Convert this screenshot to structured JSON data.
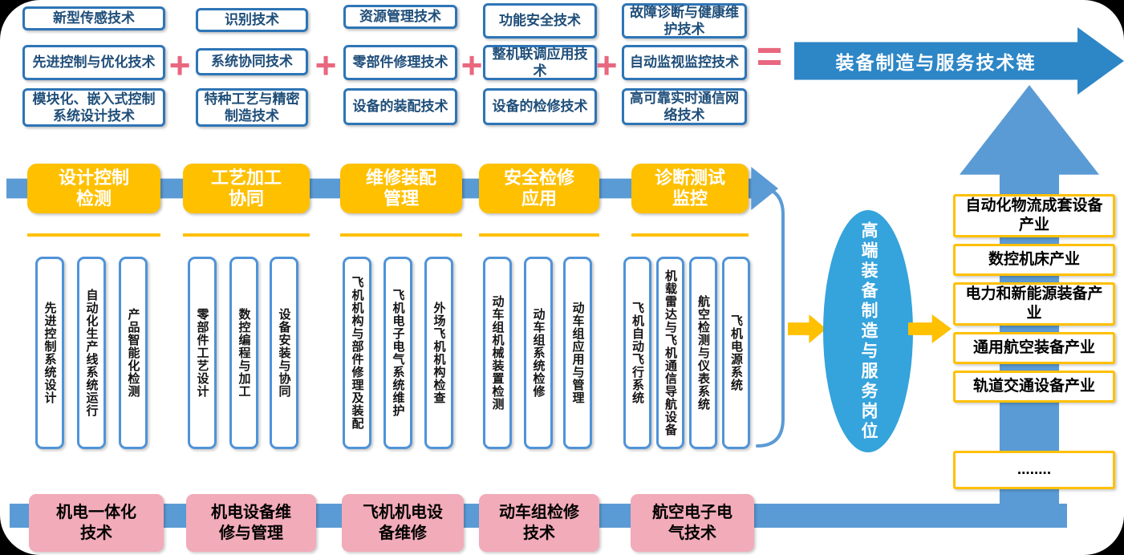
{
  "technology_chain": {
    "plus_sign": "+",
    "equals_sign": "=",
    "result_arrow_label": "装备制造与服务技术链",
    "groups": [
      {
        "technologies": [
          "新型传感技术",
          "先进控制与优化技术",
          "模块化、嵌入式控制系统设计技术"
        ]
      },
      {
        "technologies": [
          "识别技术",
          "系统协同技术",
          "特种工艺与精密制造技术"
        ]
      },
      {
        "technologies": [
          "资源管理技术",
          "零部件修理技术",
          "设备的装配技术"
        ]
      },
      {
        "technologies": [
          "功能安全技术",
          "整机联调应用技术",
          "设备的检修技术"
        ]
      },
      {
        "technologies": [
          "故障诊断与健康维护技术",
          "自动监视监控技术",
          "高可靠实时通信网络技术"
        ]
      }
    ]
  },
  "process_stages": [
    {
      "label": "设计控制检测",
      "tasks": [
        "先进控制系统设计",
        "自动化生产线系统运行",
        "产品智能化检测"
      ]
    },
    {
      "label": "工艺加工协同",
      "tasks": [
        "零部件工艺设计",
        "数控编程与加工",
        "设备安装与协同"
      ]
    },
    {
      "label": "维修装配管理",
      "tasks": [
        "飞机机构与部件修理及装配",
        "飞机电子电气系统维护",
        "外场飞机机构检查"
      ]
    },
    {
      "label": "安全检修应用",
      "tasks": [
        "动车组机械装置检测",
        "动车组系统检修",
        "动车组应用与管理"
      ]
    },
    {
      "label": "诊断测试监控",
      "tasks": [
        "飞机自动飞行系统",
        "机载雷达与飞机通信导航设备",
        "航空检测与仪表系统",
        "飞机电源系统"
      ]
    }
  ],
  "jobs_ellipse_label": "高端装备制造与服务岗位",
  "industries": [
    "自动化物流成套设备产业",
    "数控机床产业",
    "电力和新能源装备产业",
    "通用航空装备产业",
    "轨道交通设备产业",
    "........"
  ],
  "majors": [
    "机电一体化技术",
    "机电设备维修与管理",
    "飞机机电设备维修",
    "动车组检修技术",
    "航空电子电气技术"
  ],
  "colors": {
    "primary_blue": "#2E75B6",
    "light_blue": "#5B9BD5",
    "ellipse_blue": "#35A3DC",
    "accent_yellow": "#FFC000",
    "operator_pink": "#E8687F",
    "major_pink": "#F2ABB9",
    "box_text_blue": "#1F4E79"
  }
}
